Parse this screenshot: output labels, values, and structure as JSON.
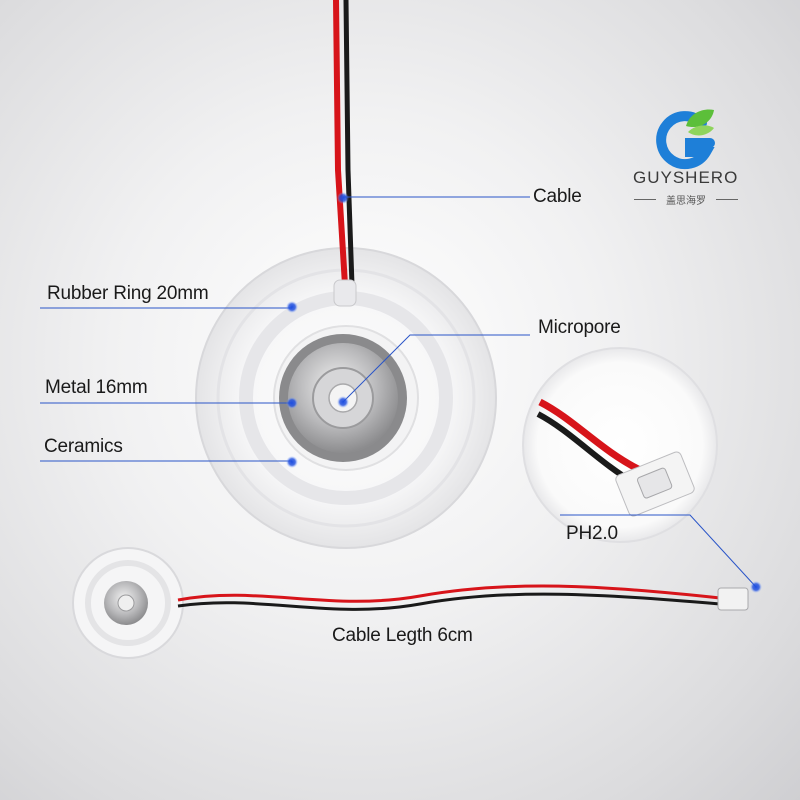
{
  "brand": {
    "name": "GUYSHERO",
    "subtitle": "盖思海罗",
    "colors": {
      "blue": "#1e7fd8",
      "green": "#5cbf3a"
    }
  },
  "callouts": {
    "cable": "Cable",
    "rubber_ring": "Rubber Ring 20mm",
    "micropore": "Micropore",
    "metal": "Metal 16mm",
    "ceramics": "Ceramics",
    "ph20": "PH2.0",
    "cable_length": "Cable Legth 6cm"
  },
  "colors": {
    "leader_line": "#2a55c8",
    "dot": "#1f4fe0",
    "wire_red": "#d7141a",
    "wire_black": "#1a1a1a"
  }
}
